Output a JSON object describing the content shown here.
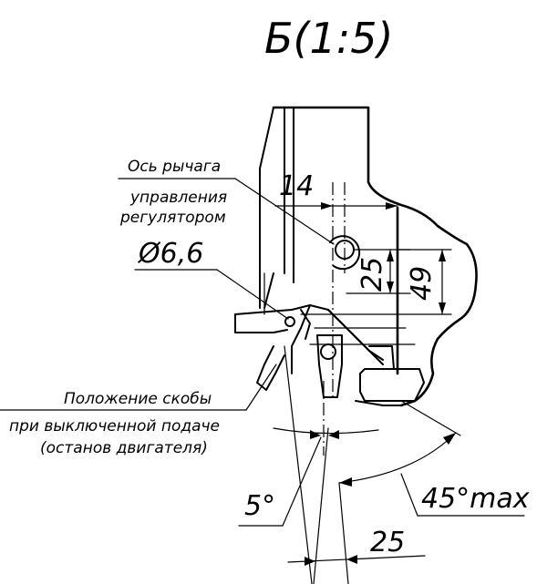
{
  "view_title": "Б(1:5)",
  "labels": {
    "lever_axis_line1": "Ось рычага",
    "lever_axis_line2": "управления",
    "lever_axis_line3": "регулятором",
    "diameter": "Ø6,6",
    "bracket_line1": "Положение скобы",
    "bracket_line2": "при выключенной подаче",
    "bracket_line3": "(останов двигателя)"
  },
  "dimensions": {
    "top_width": "14",
    "height_small": "25",
    "height_large": "49",
    "angle_small": "5°",
    "angle_large": "45°max",
    "bottom_width": "25"
  }
}
